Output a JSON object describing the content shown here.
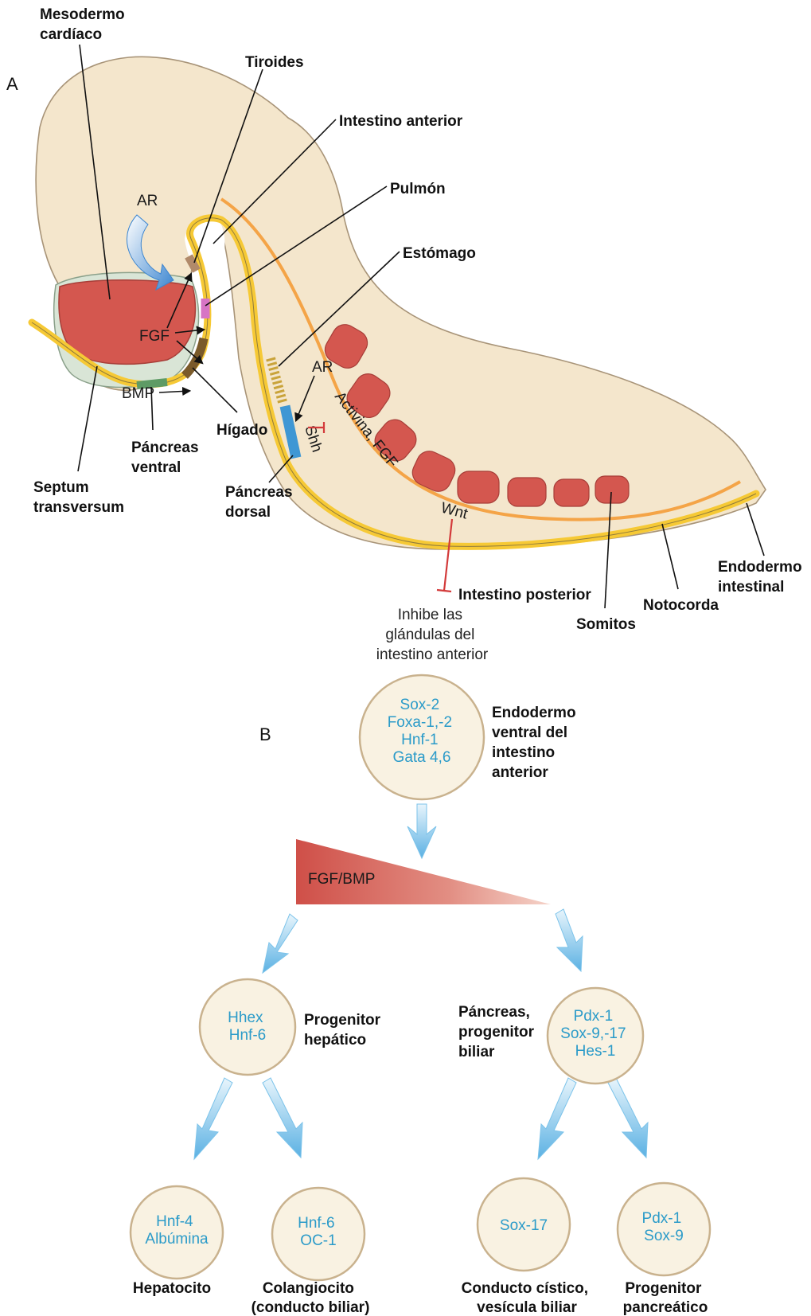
{
  "panelA": {
    "letter": "A",
    "labels": {
      "mesodermo_1": "Mesodermo",
      "mesodermo_2": "cardíaco",
      "tiroides": "Tiroides",
      "intestino_anterior": "Intestino anterior",
      "pulmon": "Pulmón",
      "estomago": "Estómago",
      "higado": "Hígado",
      "pancreas_ventral_1": "Páncreas",
      "pancreas_ventral_2": "ventral",
      "septum_1": "Septum",
      "septum_2": "transversum",
      "pancreas_dorsal_1": "Páncreas",
      "pancreas_dorsal_2": "dorsal",
      "intestino_posterior": "Intestino posterior",
      "somitos": "Somitos",
      "notocorda": "Notocorda",
      "endodermo_1": "Endodermo",
      "endodermo_2": "intestinal",
      "inhibe_1": "Inhibe las",
      "inhibe_2": "glándulas del",
      "inhibe_3": "intestino anterior"
    },
    "signals": {
      "ar_top": "AR",
      "fgf": "FGF",
      "bmp": "BMP",
      "ar_mid": "AR",
      "shh": "Shh",
      "activina": "Activina, FGF",
      "wnt": "Wnt"
    }
  },
  "panelB": {
    "letter": "B",
    "gradient_label": "FGF/BMP",
    "top": {
      "genes": [
        "Sox-2",
        "Foxa-1,-2",
        "Hnf-1",
        "Gata 4,6"
      ],
      "label": [
        "Endodermo",
        "ventral del",
        "intestino",
        "anterior"
      ]
    },
    "hepatic": {
      "genes": [
        "Hhex",
        "Hnf-6"
      ],
      "label": [
        "Progenitor",
        "hepático"
      ]
    },
    "pancreatic": {
      "genes": [
        "Pdx-1",
        "Sox-9,-17",
        "Hes-1"
      ],
      "label": [
        "Páncreas,",
        "progenitor",
        "biliar"
      ]
    },
    "leaves": [
      {
        "genes": [
          "Hnf-4",
          "Albúmina"
        ],
        "label": [
          "Hepatocito"
        ]
      },
      {
        "genes": [
          "Hnf-6",
          "OC-1"
        ],
        "label": [
          "Colangiocito",
          "(conducto biliar)"
        ]
      },
      {
        "genes": [
          "Sox-17"
        ],
        "label": [
          "Conducto cístico,",
          "vesícula biliar"
        ]
      },
      {
        "genes": [
          "Pdx-1",
          "Sox-9"
        ],
        "label": [
          "Progenitor",
          "pancreático"
        ]
      }
    ]
  },
  "colors": {
    "embryo": "#f4e6cc",
    "heart": "#d4574f",
    "endoderm": "#f6c935",
    "notochord": "#f4a447",
    "cell": "#f9f2e2",
    "cell_border": "#c9b28e",
    "gene_text": "#2b9bc9",
    "arrow_blue": "#7cc3ea",
    "pancreas_dorsal": "#3f97d4",
    "inhibit": "#d33a3a"
  }
}
